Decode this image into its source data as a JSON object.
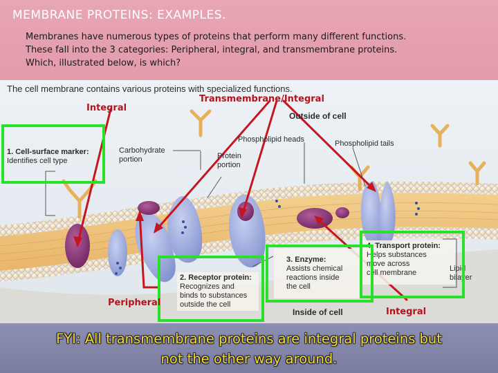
{
  "slide": {
    "title": "MEMBRANE PROTEINS: EXAMPLES.",
    "intro_lines": [
      "Membranes have numerous types of proteins that perform many different functions.",
      "These fall into the 3 categories: Peripheral, integral, and transmembrane proteins.",
      "Which, illustrated below, is which?"
    ],
    "fyi_lines": [
      "FYI: All transmembrane proteins are integral proteins but",
      "not the other way around."
    ]
  },
  "figure": {
    "caption": "The cell membrane contains various proteins with specialized functions.",
    "outside_label": "Outside of cell",
    "inside_label": "Inside of cell",
    "phospholipid_heads": "Phospholipid heads",
    "phospholipid_tails": "Phospholipid tails",
    "carbohydrate_portion": [
      "Carbohydrate",
      "portion"
    ],
    "protein_portion": [
      "Protein",
      "portion"
    ],
    "lipid_bilayer": [
      "Lipid",
      "bilayer"
    ],
    "marker": {
      "title": "1. Cell-surface marker:",
      "desc": "Identifies cell type"
    },
    "receptor": {
      "title": "2. Receptor protein:",
      "desc": [
        "Recognizes and",
        "binds to substances",
        "outside the cell"
      ]
    },
    "enzyme": {
      "title": "3. Enzyme:",
      "desc": [
        "Assists chemical",
        "reactions inside",
        "the cell"
      ]
    },
    "transport": {
      "title": "4. Transport protein:",
      "desc": [
        "Helps substances",
        "move across",
        "cell membrane"
      ]
    }
  },
  "annotations": {
    "integral_top": "Integral",
    "transmembrane": "Transmembrane/Integral",
    "peripheral": "Peripheral",
    "integral_bottom": "Integral"
  },
  "colors": {
    "annotation_red": "#b3141c",
    "highlight_green": "#29e02a",
    "fyi_yellow": "#f3dc2c",
    "protein_blue": "#8e9bd3",
    "protein_purple": "#7a2b6a",
    "carbohydrate_orange": "#e7b15a"
  }
}
